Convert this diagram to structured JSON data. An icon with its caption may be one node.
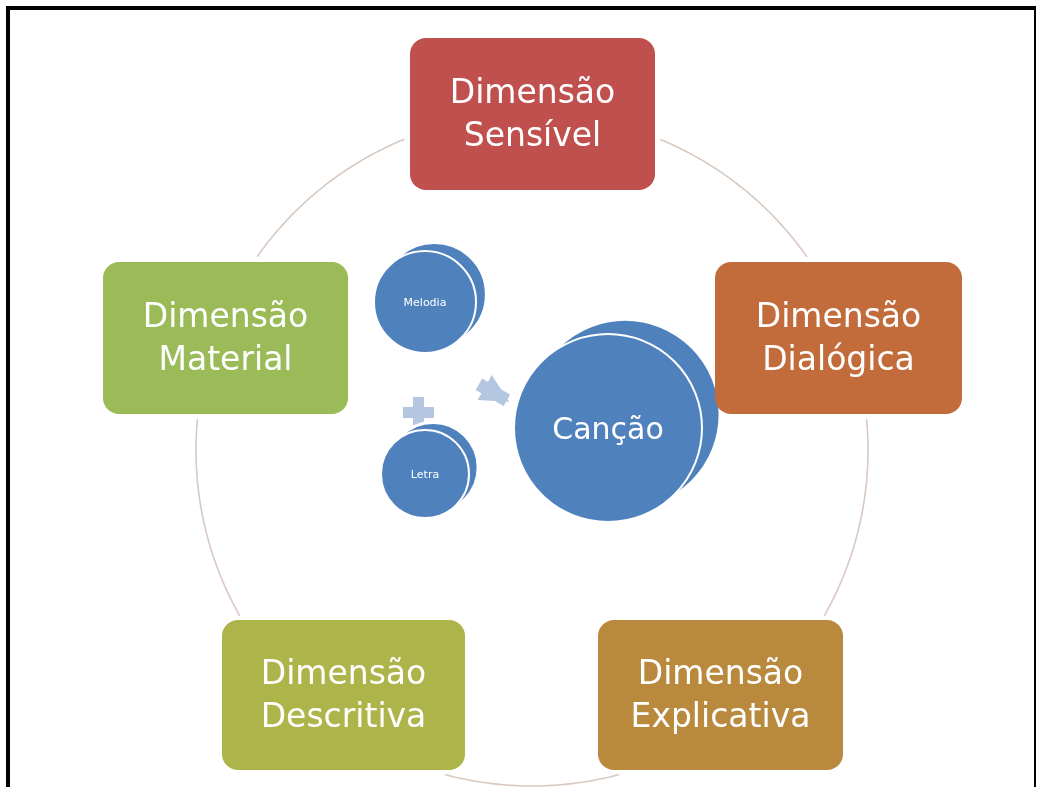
{
  "diagram": {
    "nodes": [
      {
        "text": [
          "Dimensão Sensível"
        ]
      },
      {
        "text": [
          "Dimensão Material"
        ]
      },
      {
        "text": [
          "Dimensão Dialógica"
        ]
      },
      {
        "text": [
          "Dimensão Descritiva"
        ]
      },
      {
        "text": [
          "Dimensão Explicativa"
        ]
      },
      {
        "text": [
          "Melodia"
        ]
      },
      {
        "text": [
          "Letra"
        ]
      },
      {
        "text": [
          "Canção"
        ]
      }
    ],
    "edges": [
      {
        "from": 0,
        "to": 2,
        "arrow": "none"
      },
      {
        "from": 2,
        "to": 4,
        "arrow": "none"
      },
      {
        "from": 4,
        "to": 3,
        "arrow": "none"
      },
      {
        "from": 3,
        "to": 1,
        "arrow": "none"
      },
      {
        "from": 1,
        "to": 0,
        "arrow": "none"
      },
      {
        "from": null,
        "to": 7,
        "arrow": "to",
        "style": "thick"
      }
    ]
  }
}
